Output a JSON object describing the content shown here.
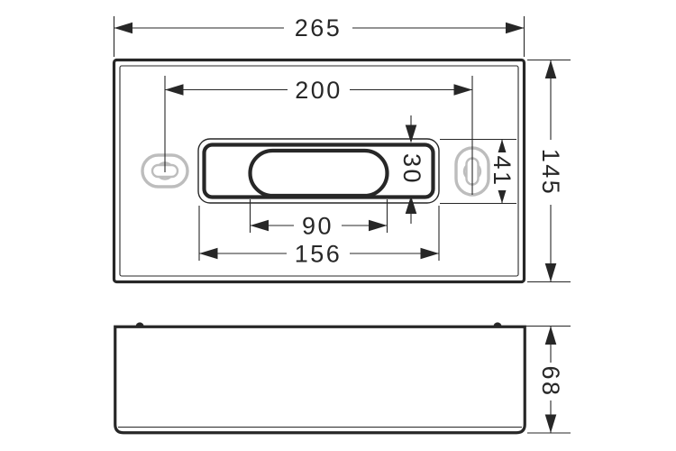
{
  "drawing": {
    "description": "Technical dimension drawing of a wall-mounted tissue box holder, top view and front elevation",
    "colors": {
      "line": "#272727",
      "hole": "#bdbdbd",
      "background": "#ffffff"
    },
    "dimensions": {
      "overall_width": "265",
      "hole_spacing": "200",
      "opening_height": "30",
      "recess_height": "41",
      "overall_depth": "145",
      "opening_width": "90",
      "recess_width": "156",
      "overall_height": "68"
    }
  }
}
